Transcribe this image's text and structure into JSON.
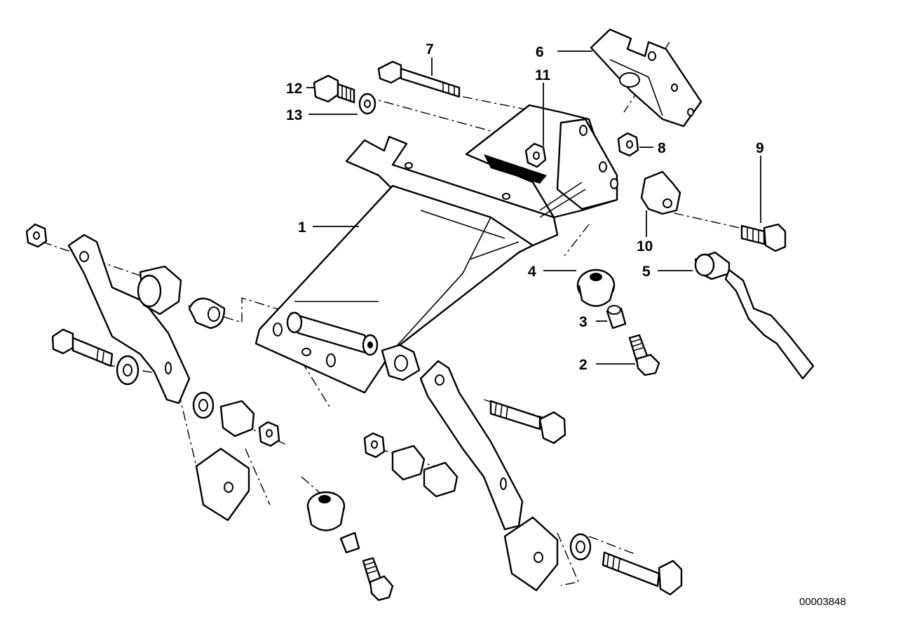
{
  "diagram": {
    "callouts": [
      "1",
      "2",
      "3",
      "4",
      "5",
      "6",
      "7",
      "8",
      "9",
      "10",
      "11",
      "12",
      "13"
    ],
    "figure_code": "00003848"
  }
}
